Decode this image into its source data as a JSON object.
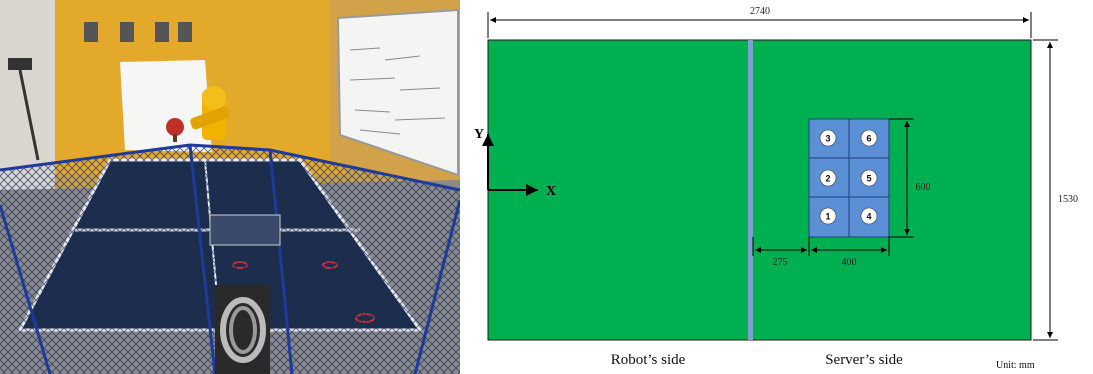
{
  "diagram": {
    "table_length_label": "2740",
    "table_width_label": "1530",
    "gap_label": "275",
    "zone_width_label": "400",
    "zone_height_label": "600",
    "y_axis_label": "Y",
    "x_axis_label": "X",
    "robot_side_label": "Robot’s side",
    "server_side_label": "Server’s side",
    "unit_label": "Unit: mm",
    "zones": [
      "3",
      "6",
      "2",
      "5",
      "1",
      "4"
    ],
    "colors": {
      "table": "#00b050",
      "net": "#7f9fcf",
      "zone": "#5b8fd6",
      "zone_border": "#1f3f7a"
    }
  },
  "photo": {
    "description_icons": [
      "robot-arm-icon",
      "whiteboard-icon",
      "net-icon"
    ]
  }
}
